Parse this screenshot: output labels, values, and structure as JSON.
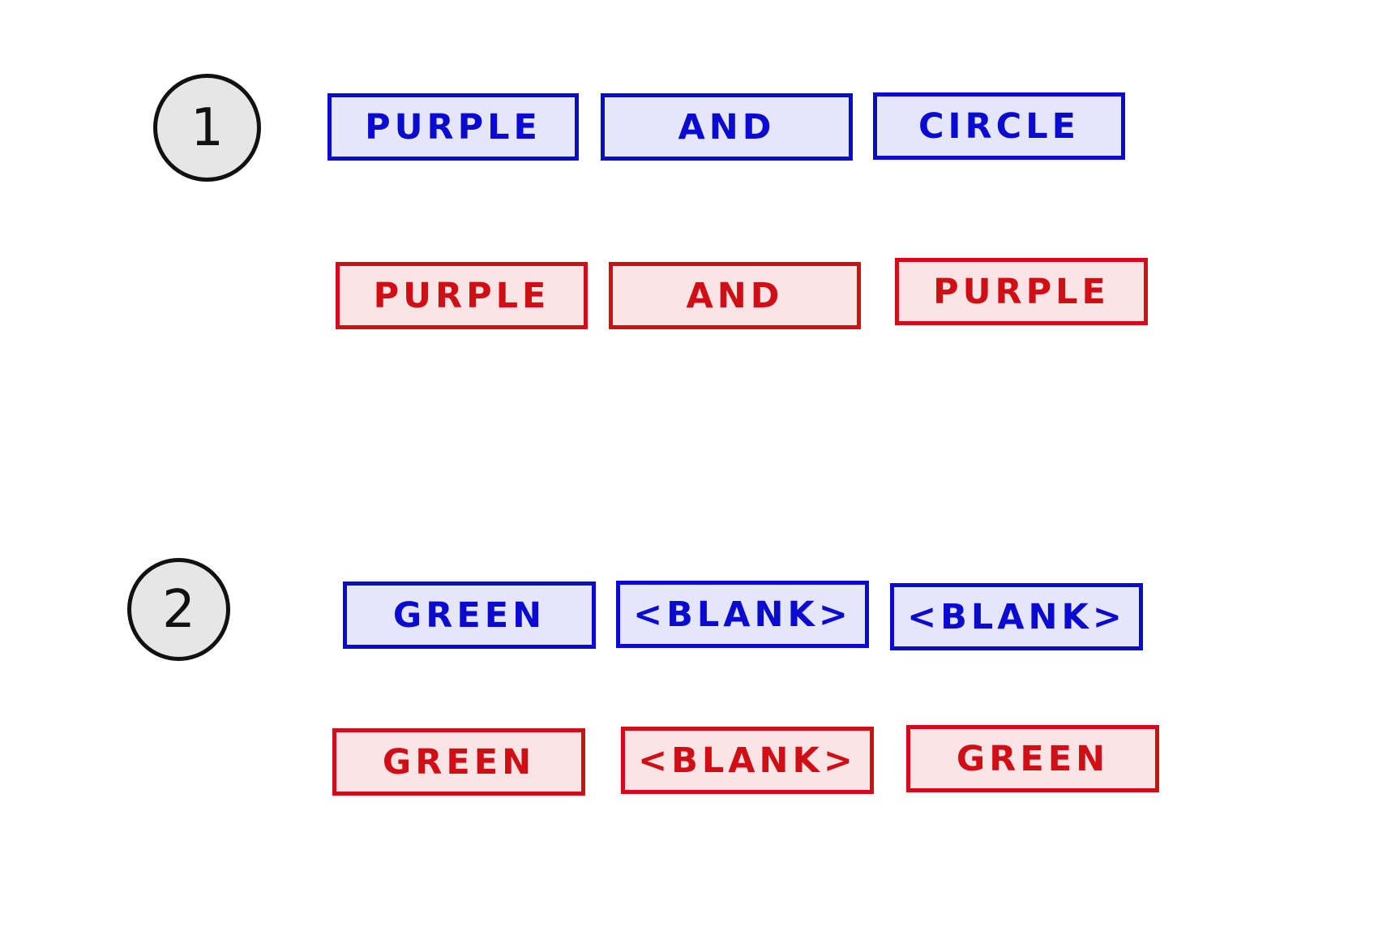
{
  "colors": {
    "blue_border": "#0a0ad0",
    "blue_fill": "#e5e6fa",
    "red_border": "#cf0f15",
    "red_fill": "#fbe4e5",
    "badge_fill": "#e6e6e6",
    "badge_border": "#111111"
  },
  "groups": [
    {
      "number": "1",
      "blue_row": [
        "PURPLE",
        "AND",
        "CIRCLE"
      ],
      "red_row": [
        "PURPLE",
        "AND",
        "PURPLE"
      ]
    },
    {
      "number": "2",
      "blue_row": [
        "GREEN",
        "<BLANK>",
        "<BLANK>"
      ],
      "red_row": [
        "GREEN",
        "<BLANK>",
        "GREEN"
      ]
    }
  ]
}
